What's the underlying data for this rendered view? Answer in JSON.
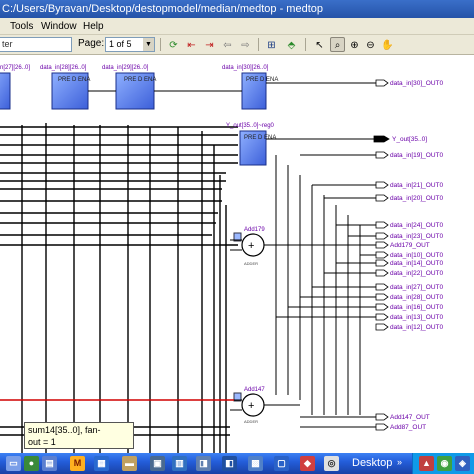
{
  "window": {
    "title": "C:/Users/Byravan/Desktop/destopmodel/median/medtop - medtop"
  },
  "menu": [
    "Tools",
    "Window",
    "Help"
  ],
  "toolbar": {
    "filter_text": "ter",
    "page_label": "Page:",
    "page_value": "1 of 5",
    "icons": [
      "refresh-icon",
      "back-icon",
      "forward-icon",
      "prev-page-icon",
      "next-page-icon",
      "hierarchy-up-icon",
      "netlist-icon",
      "select-icon",
      "zoom-icon",
      "zoom-in-icon",
      "zoom-out-icon",
      "pan-icon"
    ]
  },
  "schematic": {
    "registers": [
      "data_in[28][26..0]",
      "data_in[29][26..0]",
      "data_in[30][26..0]",
      "Y_out[35..0]~reg0"
    ],
    "register_partial_label": "n[27][26..0]",
    "register_inner_label": "PRE D ENA",
    "adders": [
      {
        "name": "Add179",
        "sub": "ADDER"
      },
      {
        "name": "Add147",
        "sub": "ADDER"
      }
    ],
    "outputs": [
      "data_in[30]_OUT0",
      "Y_out[35..0]",
      "data_in[19]_OUT0",
      "data_in[21]_OUT0",
      "data_in[20]_OUT0",
      "data_in[24]_OUT0",
      "data_in[23]_OUT0",
      "Add179_OUT",
      "data_in[10]_OUT0",
      "data_in[14]_OUT0",
      "data_in[22]_OUT0",
      "data_in[27]_OUT0",
      "data_in[28]_OUT0",
      "data_in[16]_OUT0",
      "data_in[13]_OUT0",
      "data_in[12]_OUT0",
      "Add147_OUT",
      "Add87_OUT"
    ]
  },
  "tooltip": {
    "line1": "sum14[35..0], fan-",
    "line2": "out = 1"
  },
  "taskbar": {
    "desktop_label": "Desktop",
    "arrow": "»"
  }
}
